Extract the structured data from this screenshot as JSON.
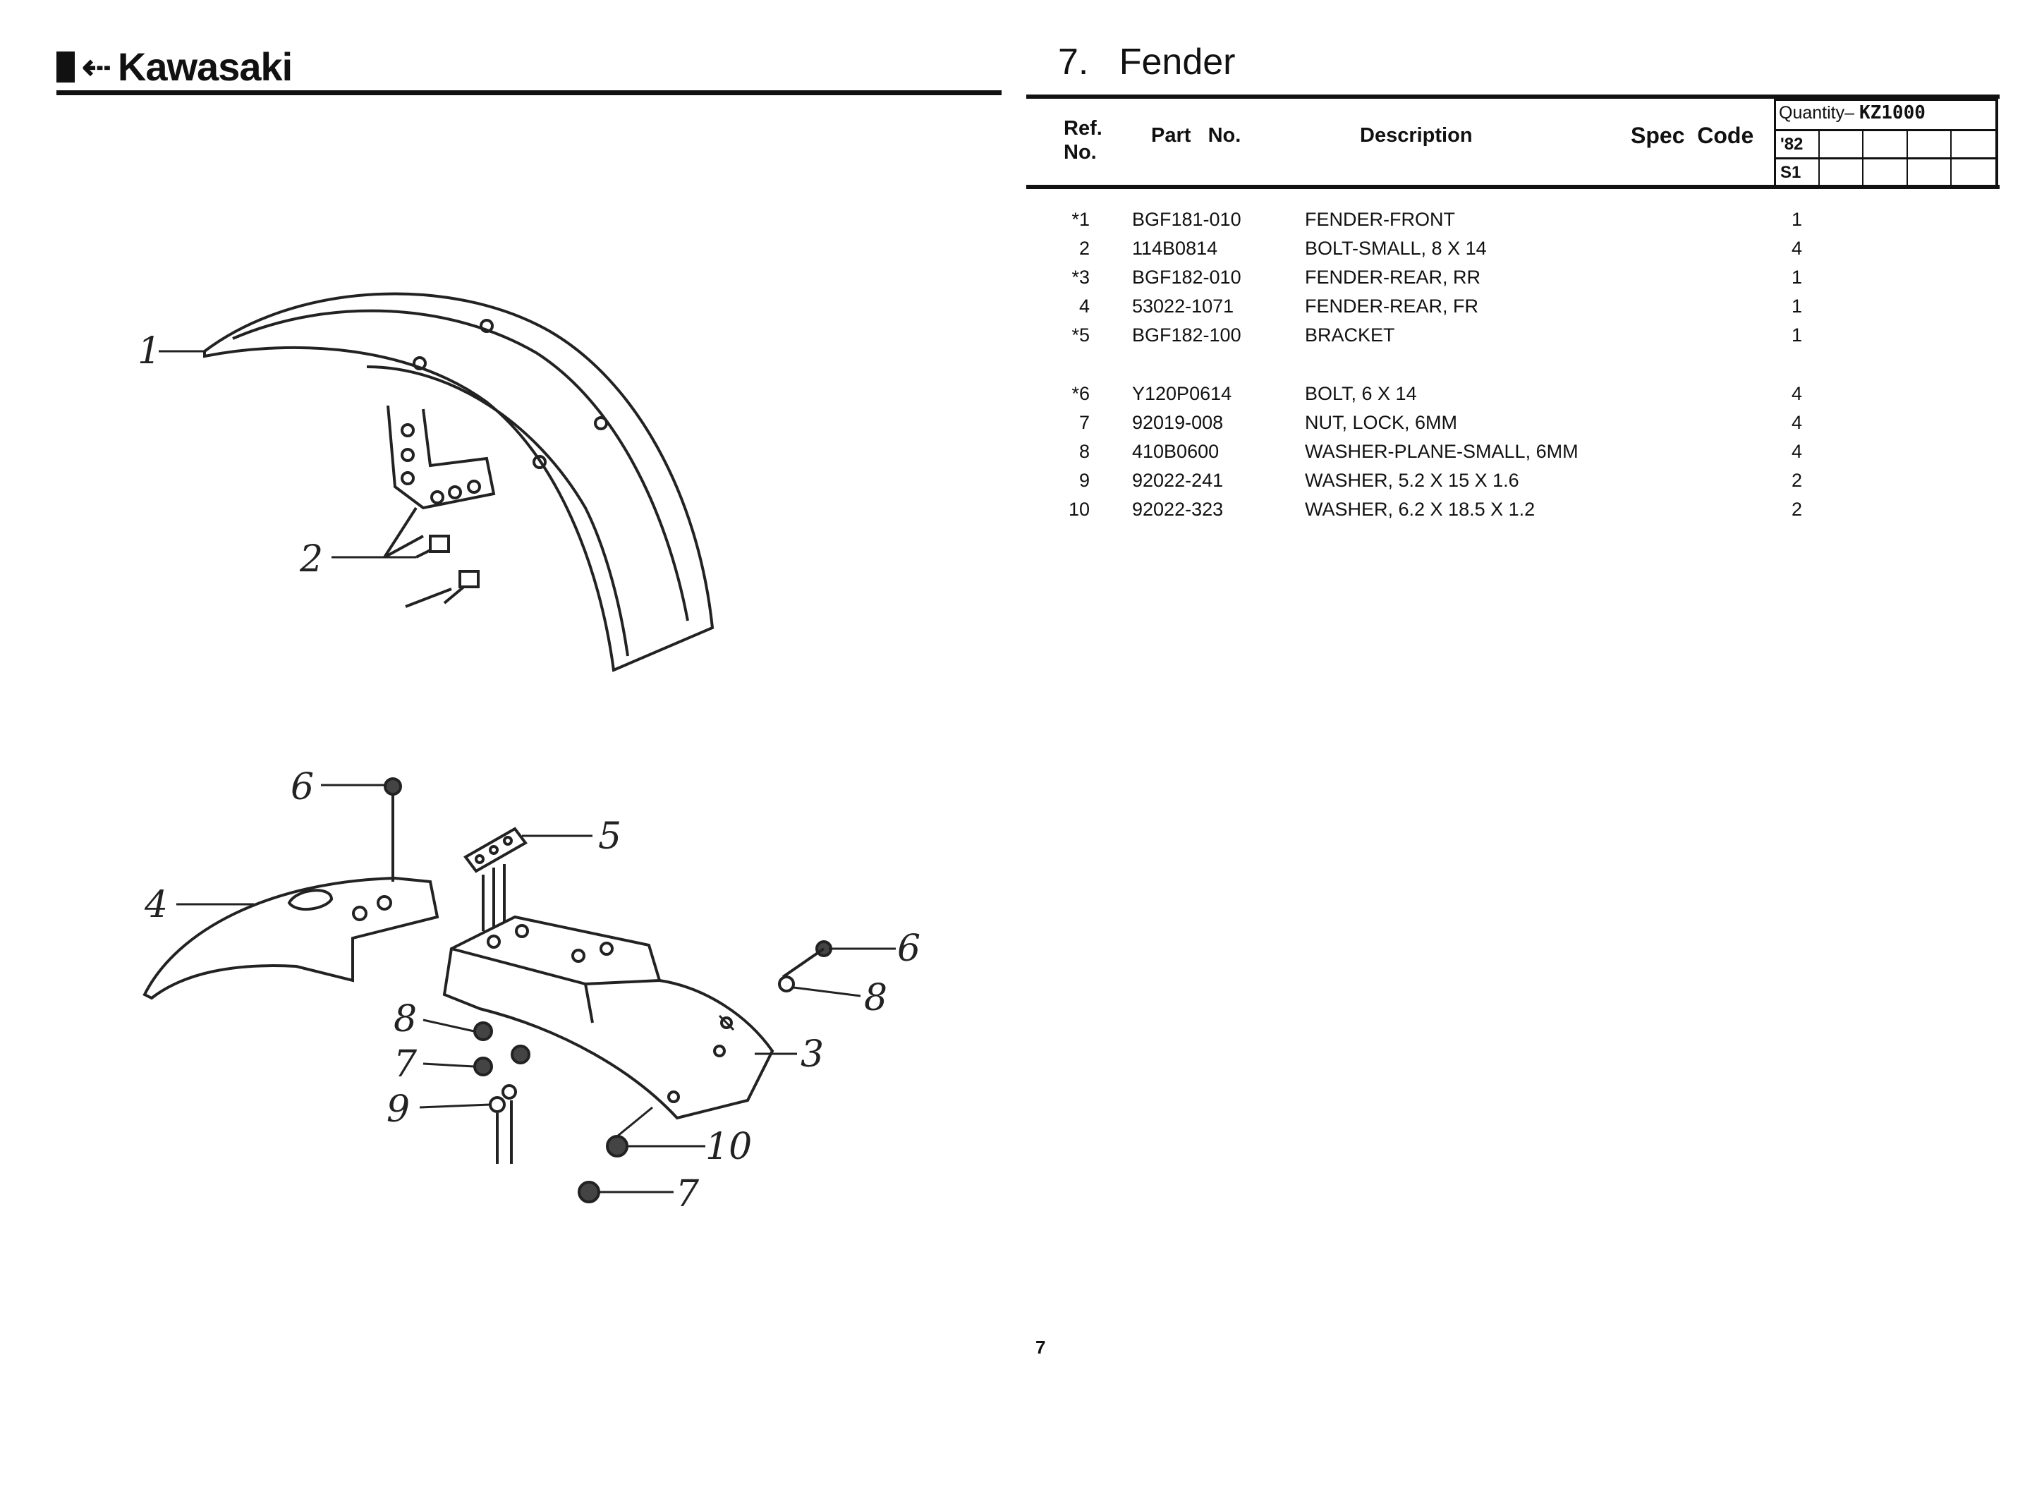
{
  "brand": "Kawasaki",
  "section_title": "7.   Fender",
  "table": {
    "headers": {
      "ref": "Ref. No.",
      "ref_line1": "Ref.",
      "ref_line2": "No.",
      "part_no": "Part   No.",
      "description": "Description",
      "spec_code": "Spec  Code"
    },
    "quantity_label": "Quantity–",
    "model": "KZ1000",
    "year": "'82",
    "variant": "S1",
    "rows": [
      {
        "ref": "*1",
        "part": "BGF181-010",
        "desc": "FENDER-FRONT",
        "qty": "1"
      },
      {
        "ref": "2",
        "part": "114B0814",
        "desc": "BOLT-SMALL, 8 X 14",
        "qty": "4"
      },
      {
        "ref": "*3",
        "part": "BGF182-010",
        "desc": "FENDER-REAR, RR",
        "qty": "1"
      },
      {
        "ref": "4",
        "part": "53022-1071",
        "desc": "FENDER-REAR, FR",
        "qty": "1"
      },
      {
        "ref": "*5",
        "part": "BGF182-100",
        "desc": "BRACKET",
        "qty": "1"
      },
      {
        "ref": "*6",
        "part": "Y120P0614",
        "desc": "BOLT, 6 X 14",
        "qty": "4"
      },
      {
        "ref": "7",
        "part": "92019-008",
        "desc": "NUT, LOCK, 6MM",
        "qty": "4"
      },
      {
        "ref": "8",
        "part": "410B0600",
        "desc": "WASHER-PLANE-SMALL, 6MM",
        "qty": "4"
      },
      {
        "ref": "9",
        "part": "92022-241",
        "desc": "WASHER, 5.2 X 15 X 1.6",
        "qty": "2"
      },
      {
        "ref": "10",
        "part": "92022-323",
        "desc": "WASHER, 6.2 X 18.5 X 1.2",
        "qty": "2"
      }
    ]
  },
  "diagram": {
    "callouts": [
      "1",
      "2",
      "6",
      "5",
      "4",
      "6",
      "8",
      "3",
      "8",
      "7",
      "9",
      "10",
      "7"
    ]
  },
  "page_number": "7"
}
